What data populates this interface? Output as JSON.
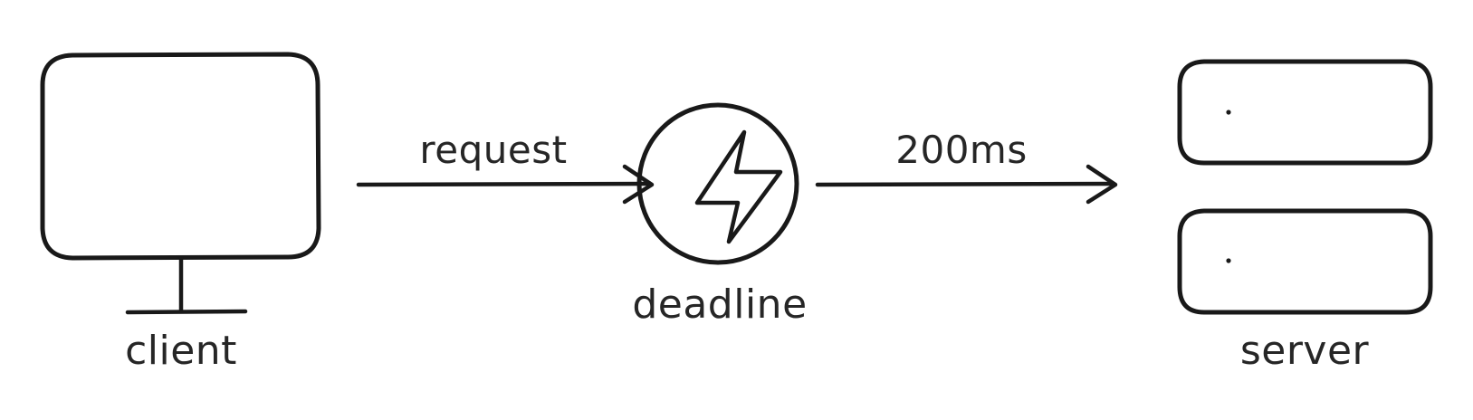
{
  "diagram": {
    "title": "client deadline server request flow",
    "background_color": "#ffffff",
    "stroke_color": "#191919",
    "text_color": "#262626",
    "nodes": [
      {
        "id": "client",
        "label": "client",
        "icon": "monitor-icon",
        "shape": "rounded-rectangle-with-stand"
      },
      {
        "id": "deadline",
        "label": "deadline",
        "icon": "lightning-bolt-icon",
        "shape": "circle"
      },
      {
        "id": "server",
        "label": "server",
        "icon": "server-rack-icon",
        "shape": "two-stacked-rounded-rectangles",
        "units": 2
      }
    ],
    "edges": [
      {
        "id": "client-to-deadline",
        "label": "request",
        "from": "client",
        "to": "deadline",
        "arrow": "single-head-right"
      },
      {
        "id": "deadline-to-server",
        "label": "200ms",
        "from": "deadline",
        "to": "server",
        "arrow": "single-head-right"
      }
    ]
  }
}
